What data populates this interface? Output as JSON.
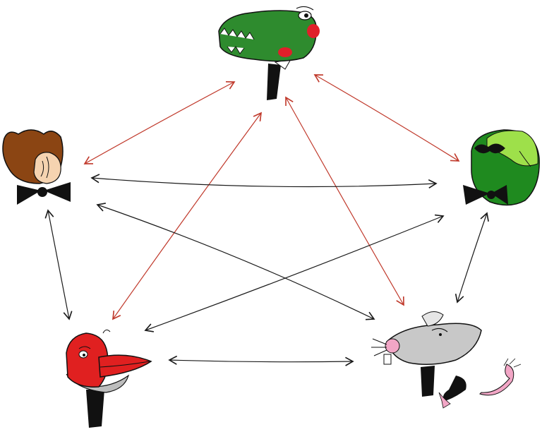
{
  "colors": {
    "background": "#ffffff",
    "red_line": "#c0392b",
    "black_line": "#1a1a1a",
    "crocodile_green": "#2e8b2e",
    "frog_light_green": "#9ee04a",
    "frog_dark_green": "#1f8a1f",
    "bear_brown": "#8b4513",
    "bird_red": "#e02020",
    "rat_gray": "#c8c8c8",
    "rat_pink": "#f2a6c6"
  },
  "characters": [
    {
      "name": "crocodile",
      "position": "top-center"
    },
    {
      "name": "bear",
      "position": "left"
    },
    {
      "name": "frog",
      "position": "right"
    },
    {
      "name": "bird",
      "position": "bottom-left"
    },
    {
      "name": "rat",
      "position": "bottom-right"
    }
  ],
  "connections": [
    {
      "from": "crocodile",
      "to": "bear",
      "color": "red",
      "bidirectional": true
    },
    {
      "from": "crocodile",
      "to": "frog",
      "color": "red",
      "bidirectional": true
    },
    {
      "from": "crocodile",
      "to": "bird",
      "color": "red",
      "bidirectional": true
    },
    {
      "from": "crocodile",
      "to": "rat",
      "color": "red",
      "bidirectional": true
    },
    {
      "from": "bear",
      "to": "frog",
      "color": "black",
      "bidirectional": true
    },
    {
      "from": "bear",
      "to": "bird",
      "color": "black",
      "bidirectional": true
    },
    {
      "from": "bear",
      "to": "rat",
      "color": "black",
      "bidirectional": true
    },
    {
      "from": "frog",
      "to": "bird",
      "color": "black",
      "bidirectional": true
    },
    {
      "from": "frog",
      "to": "rat",
      "color": "black",
      "bidirectional": true
    },
    {
      "from": "bird",
      "to": "rat",
      "color": "black",
      "bidirectional": true
    }
  ]
}
